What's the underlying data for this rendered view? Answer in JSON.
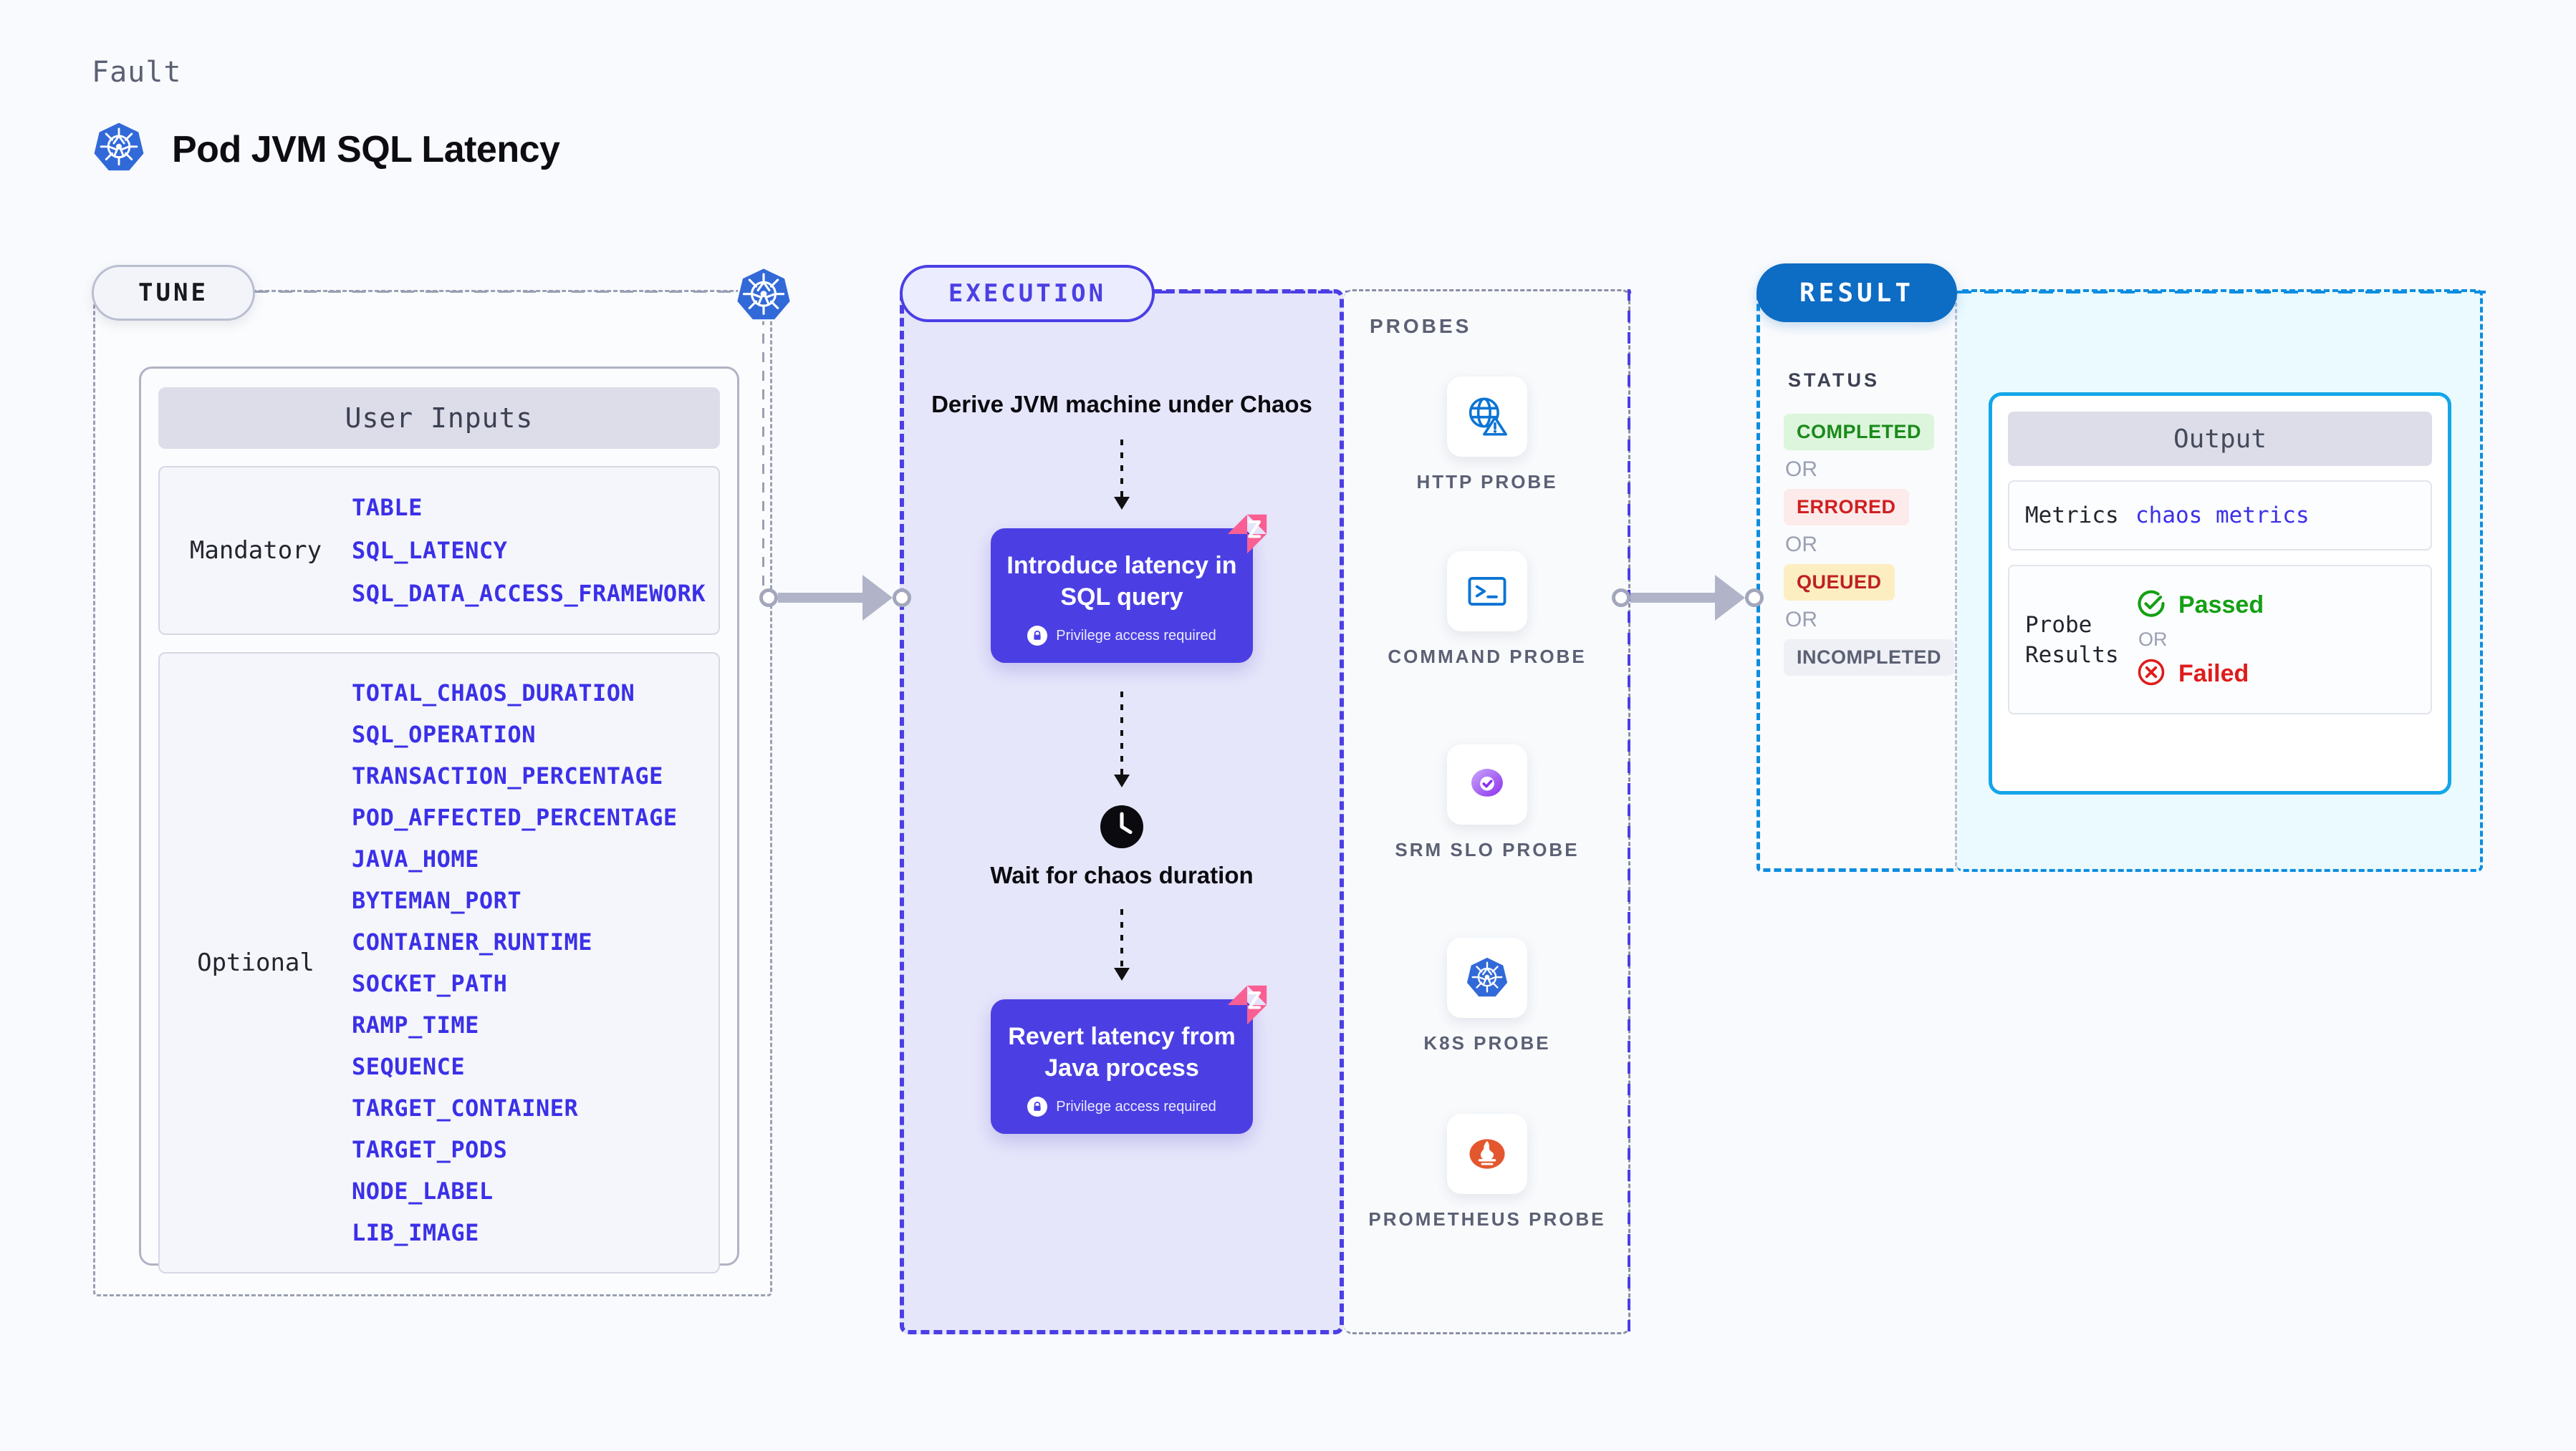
{
  "header": {
    "eyebrow": "Fault",
    "title": "Pod JVM SQL Latency",
    "icon": "kubernetes-icon"
  },
  "tune": {
    "badge": "TUNE",
    "panel_title": "User Inputs",
    "k8s_badge_icon": "kubernetes-icon",
    "groups": [
      {
        "label": "Mandatory",
        "items": [
          "TABLE",
          "SQL_LATENCY",
          "SQL_DATA_ACCESS_FRAMEWORK"
        ]
      },
      {
        "label": "Optional",
        "items": [
          "TOTAL_CHAOS_DURATION",
          "SQL_OPERATION",
          "TRANSACTION_PERCENTAGE",
          "POD_AFFECTED_PERCENTAGE",
          "JAVA_HOME",
          "BYTEMAN_PORT",
          "CONTAINER_RUNTIME",
          "SOCKET_PATH",
          "RAMP_TIME",
          "SEQUENCE",
          "TARGET_CONTAINER",
          "TARGET_PODS",
          "NODE_LABEL",
          "LIB_IMAGE"
        ]
      }
    ]
  },
  "execution": {
    "badge": "EXECUTION",
    "step1_text": "Derive JVM machine under Chaos",
    "card1_title": "Introduce latency in SQL query",
    "card1_note": "Privilege access required",
    "wait_text": "Wait for chaos duration",
    "wait_icon": "clock-icon",
    "card2_title": "Revert latency from Java process",
    "card2_note": "Privilege access required",
    "card_badge_icon": "chaos-pinwheel-icon",
    "lock_icon": "lock-icon"
  },
  "probes": {
    "title": "PROBES",
    "items": [
      {
        "name": "HTTP PROBE",
        "icon": "globe-warning-icon"
      },
      {
        "name": "COMMAND PROBE",
        "icon": "terminal-icon"
      },
      {
        "name": "SRM SLO PROBE",
        "icon": "srm-slo-icon"
      },
      {
        "name": "K8S PROBE",
        "icon": "kubernetes-icon"
      },
      {
        "name": "PROMETHEUS PROBE",
        "icon": "prometheus-icon"
      }
    ]
  },
  "result": {
    "badge": "RESULT",
    "status_title": "STATUS",
    "or_label": "OR",
    "statuses": [
      {
        "label": "COMPLETED",
        "bg": "#dcf5dc",
        "fg": "#1a8a1a"
      },
      {
        "label": "ERRORED",
        "bg": "#fdeaea",
        "fg": "#cf2020"
      },
      {
        "label": "QUEUED",
        "bg": "#fdeec2",
        "fg": "#c02020"
      },
      {
        "label": "INCOMPLETED",
        "bg": "#eef0f5",
        "fg": "#5b6074"
      }
    ],
    "output": {
      "title": "Output",
      "metrics_key": "Metrics",
      "metrics_value": "chaos metrics",
      "probe_key": "Probe Results",
      "passed_label": "Passed",
      "passed_icon": "check-circle-icon",
      "passed_color": "#14a014",
      "failed_label": "Failed",
      "failed_icon": "x-circle-icon",
      "failed_color": "#e01b1b",
      "or_label": "OR"
    }
  },
  "colors": {
    "page_bg": "#f9fafd",
    "accent_purple": "#4b3fe4",
    "accent_blue": "#0d6cc4",
    "accent_cyan": "#12a6e8",
    "param_blue": "#3b30e8",
    "k8s_blue": "#3269d8",
    "chaos_pink": "#fa5f93"
  }
}
